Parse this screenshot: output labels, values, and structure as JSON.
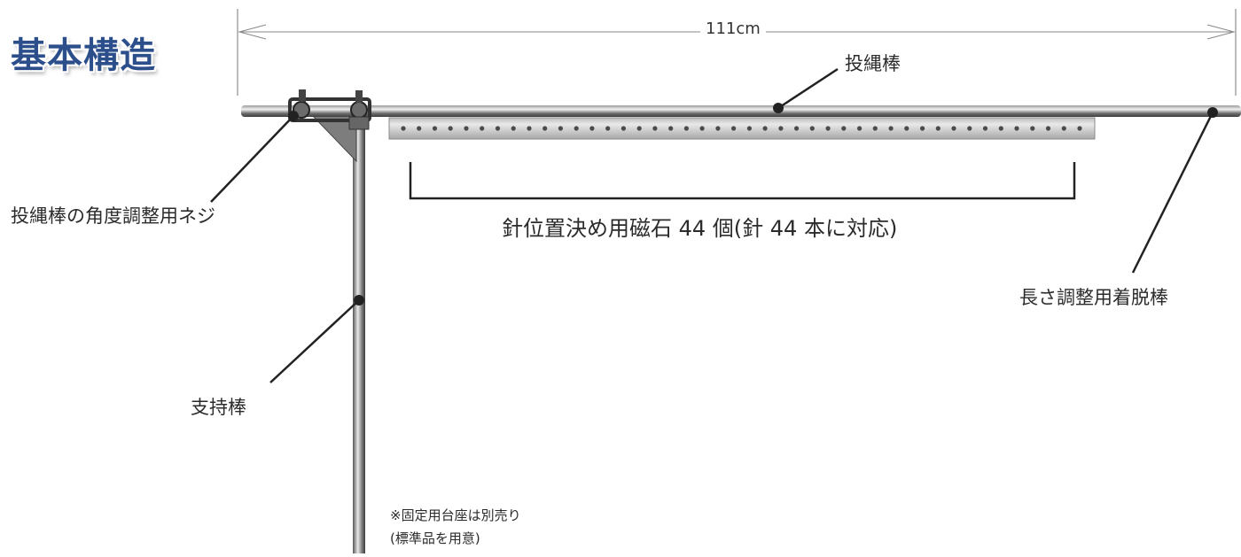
{
  "title": "基本構造",
  "dimension": {
    "width_label": "111cm"
  },
  "callouts": {
    "rod": "投縄棒",
    "angle_screw": "投縄棒の角度調整用ネジ",
    "magnets": "針位置決め用磁石 44 個(針 44 本に対応)",
    "extension_rod": "長さ調整用着脱棒",
    "support_rod": "支持棒"
  },
  "note": {
    "line1": "※固定用台座は別売り",
    "line2": "(標準品を用意)"
  },
  "magnet_count": 44,
  "colors": {
    "title": "#2c4f8c",
    "metal_dark": "#5a5a5a",
    "metal_light": "#d8d8d8",
    "callout_line": "#222222"
  }
}
